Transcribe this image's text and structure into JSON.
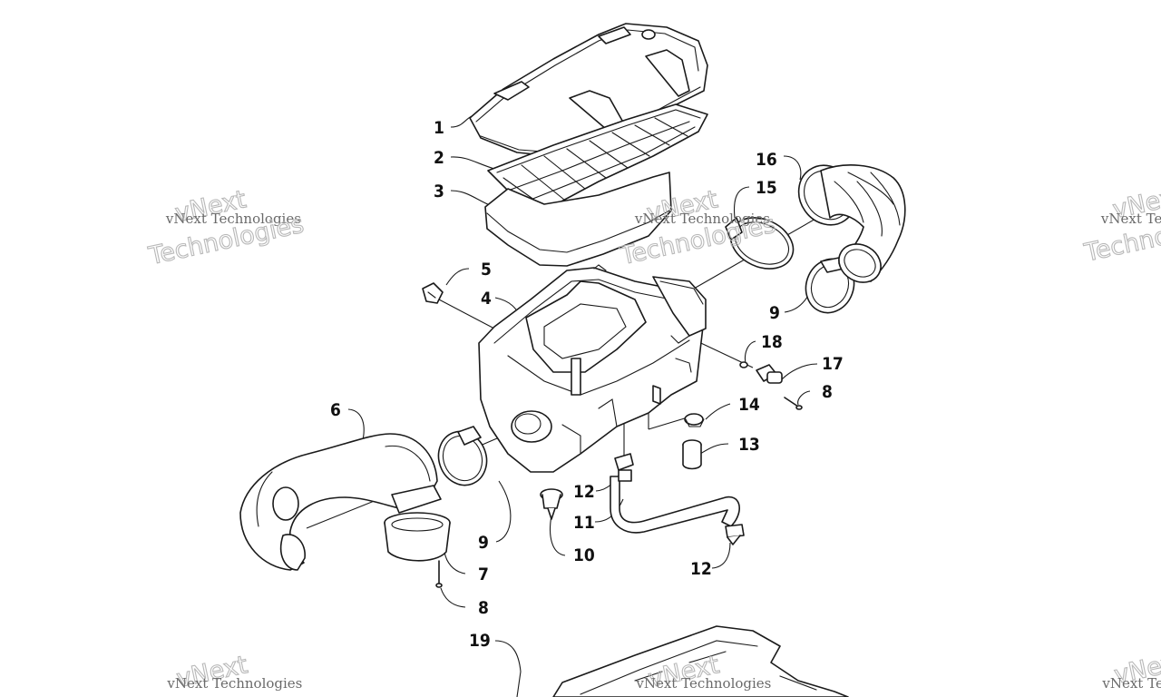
{
  "diagram": {
    "callouts": [
      {
        "id": "c1",
        "label": "1"
      },
      {
        "id": "c2",
        "label": "2"
      },
      {
        "id": "c3",
        "label": "3"
      },
      {
        "id": "c4",
        "label": "4"
      },
      {
        "id": "c5",
        "label": "5"
      },
      {
        "id": "c6",
        "label": "6"
      },
      {
        "id": "c7",
        "label": "7"
      },
      {
        "id": "c8a",
        "label": "8"
      },
      {
        "id": "c8b",
        "label": "8"
      },
      {
        "id": "c9a",
        "label": "9"
      },
      {
        "id": "c9b",
        "label": "9"
      },
      {
        "id": "c10",
        "label": "10"
      },
      {
        "id": "c11",
        "label": "11"
      },
      {
        "id": "c12a",
        "label": "12"
      },
      {
        "id": "c12b",
        "label": "12"
      },
      {
        "id": "c13",
        "label": "13"
      },
      {
        "id": "c14",
        "label": "14"
      },
      {
        "id": "c15",
        "label": "15"
      },
      {
        "id": "c16",
        "label": "16"
      },
      {
        "id": "c17",
        "label": "17"
      },
      {
        "id": "c18",
        "label": "18"
      },
      {
        "id": "c19",
        "label": "19"
      }
    ],
    "watermark": {
      "line_small": "vNext Technologies",
      "line_big_1": "vNext",
      "line_big_2": "Technologies"
    }
  }
}
